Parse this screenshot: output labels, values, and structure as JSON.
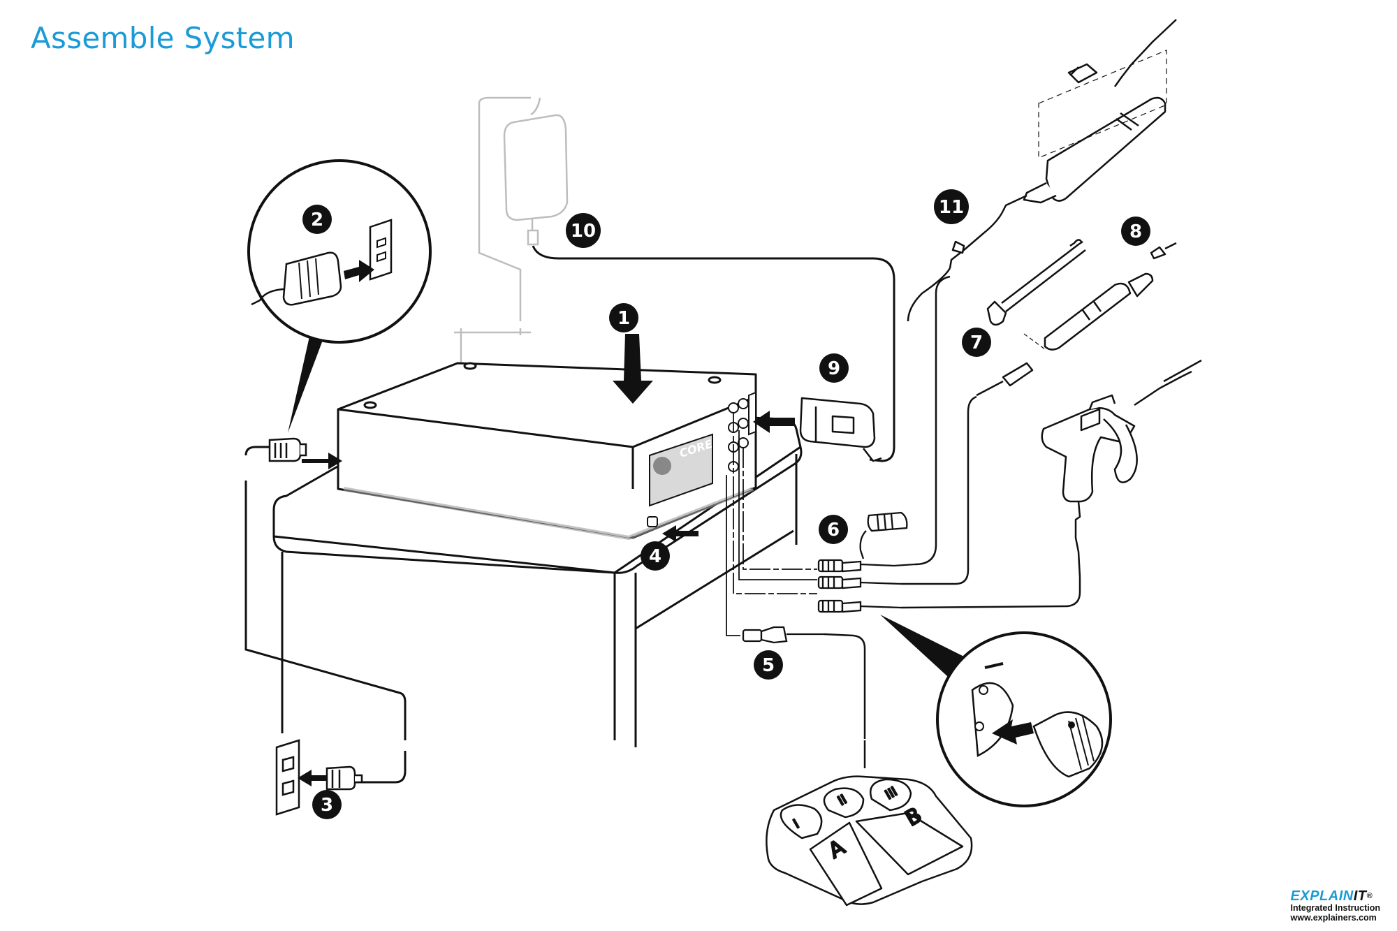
{
  "title": "Assemble System",
  "steps": [
    "1",
    "2",
    "3",
    "4",
    "5",
    "6",
    "7",
    "8",
    "9",
    "10",
    "11"
  ],
  "footswitch": {
    "key_a": "A",
    "key_b": "B",
    "pedal_1": "I",
    "pedal_2": "II",
    "pedal_3": "III"
  },
  "console": {
    "brand": "CORE"
  },
  "footer": {
    "brand_part1": "EXPLAIN",
    "brand_part2": "IT",
    "mark": "®",
    "line1": "Integrated Instruction",
    "line2": "www.explainers.com"
  },
  "colors": {
    "accent": "#1a9ad6",
    "ink": "#111111",
    "light_line": "#bdbdbd"
  }
}
